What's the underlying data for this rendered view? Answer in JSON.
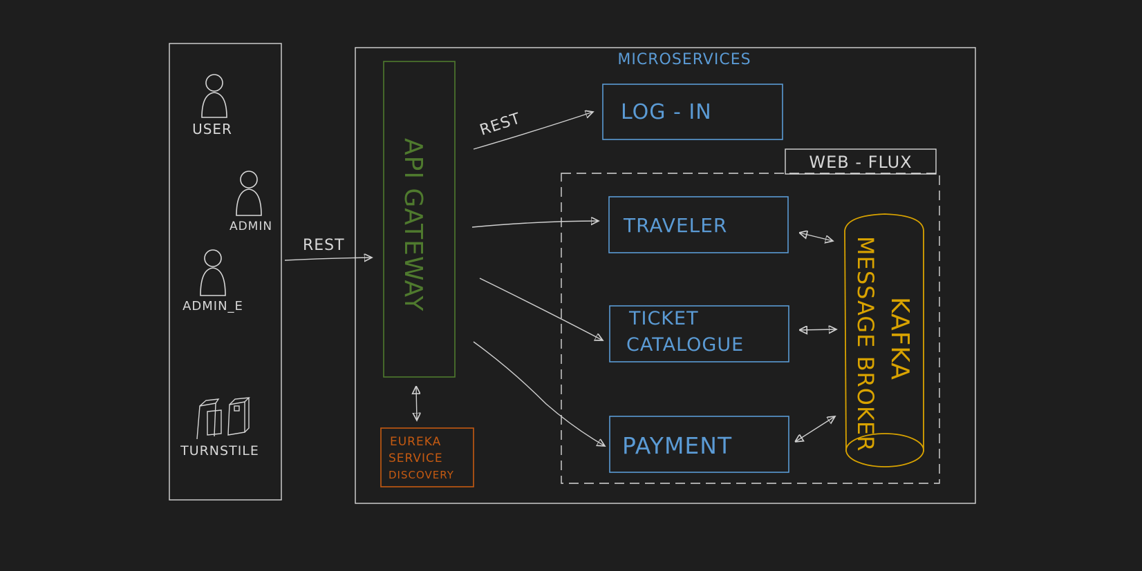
{
  "actors": {
    "user": "USER",
    "admin": "ADMIN",
    "admin_e": "ADMIN_E",
    "turnstile": "TURNSTILE"
  },
  "edges": {
    "client_to_gateway": "REST",
    "gateway_to_login": "REST"
  },
  "microservices": {
    "title": "MICROSERVICES",
    "api_gateway": "API GATEWAY",
    "login": "LOG - IN",
    "webflux": "WEB - FLUX",
    "traveler": "TRAVELER",
    "ticket_catalogue": [
      "TICKET",
      "CATALOGUE"
    ],
    "payment": "PAYMENT",
    "eureka": [
      "EUREKA",
      "SERVICE",
      "DISCOVERY"
    ],
    "kafka": [
      "KAFKA",
      "MESSAGE BROKER"
    ]
  },
  "colors": {
    "background": "#1e1e1e",
    "white": "#d8d8d8",
    "service_blue": "#5b9bd5",
    "gateway_green": "#4f7a2e",
    "eureka_orange": "#c55a11",
    "kafka_yellow": "#d9a300"
  }
}
